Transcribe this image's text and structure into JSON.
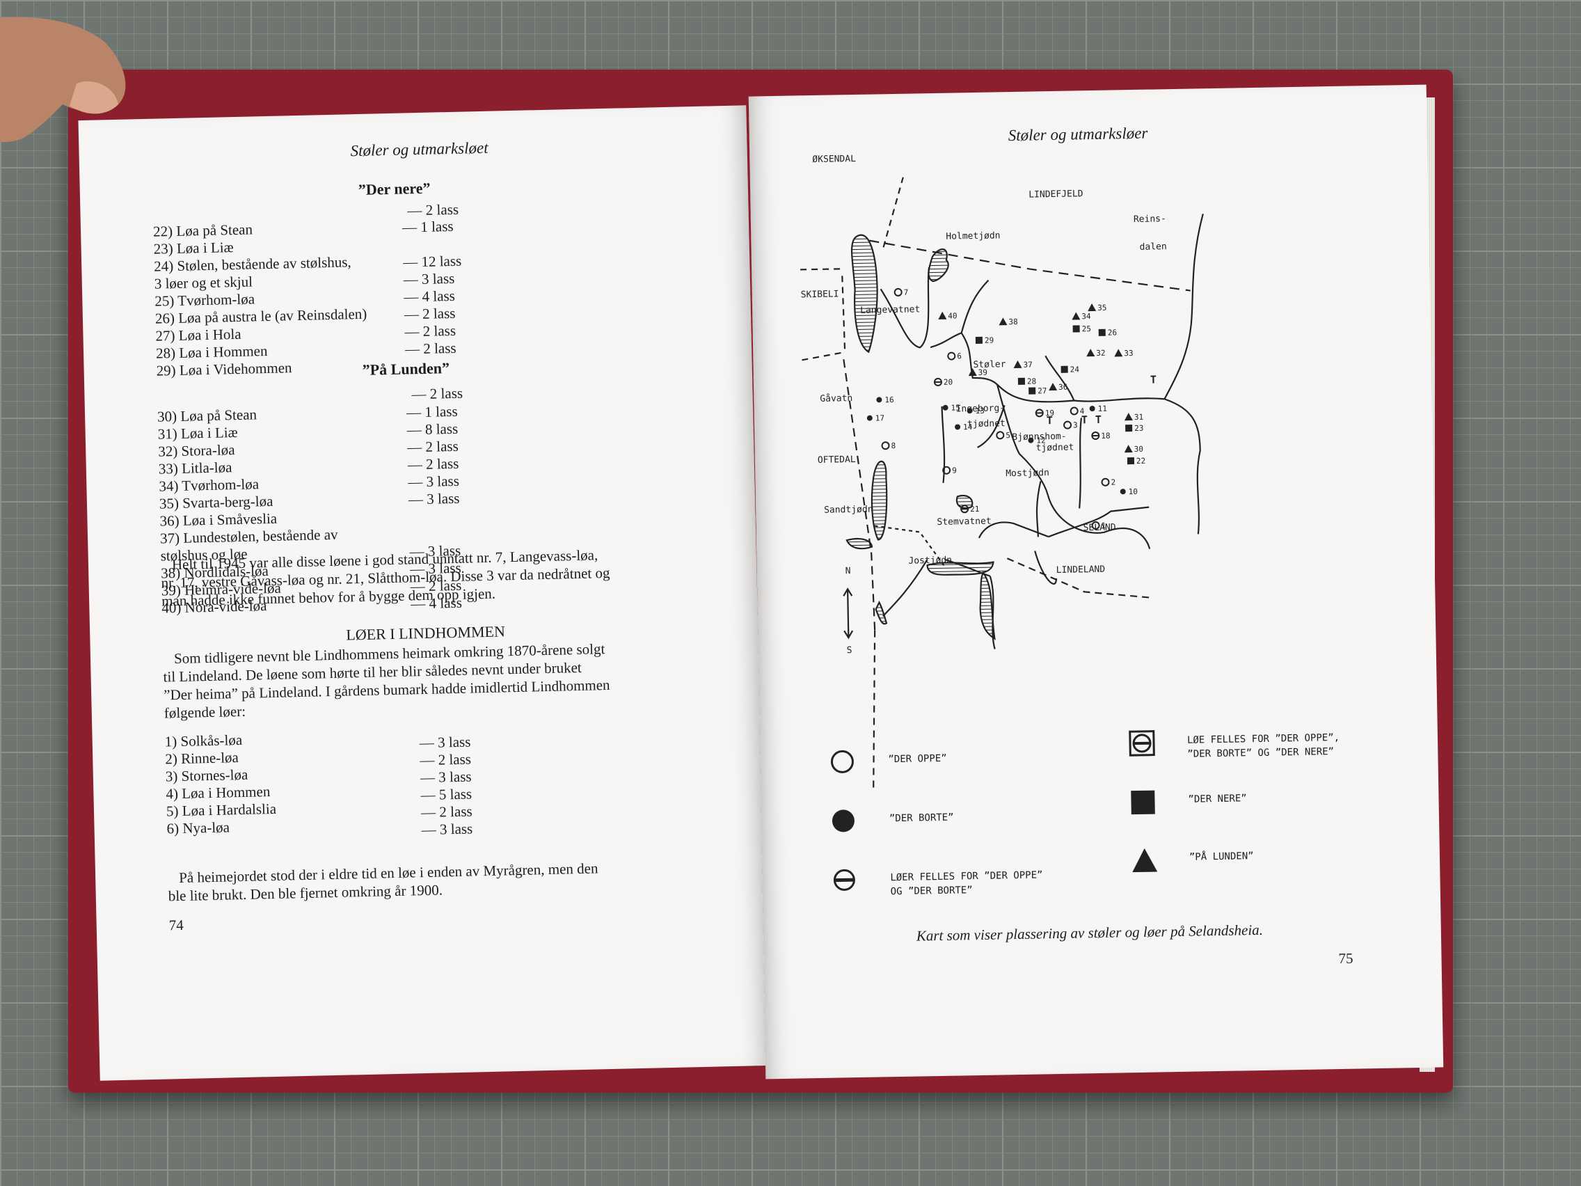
{
  "left_page": {
    "running_head": "Støler og utmarksløet",
    "section1": {
      "title": "”Der nere”",
      "head_amount": "— 2 lass",
      "rows": [
        {
          "label": "22)  Løa på Stean",
          "amount": "— 1 lass"
        },
        {
          "label": "23)  Løa i Liæ",
          "amount": ""
        },
        {
          "label": "24)  Stølen, bestående av stølshus,",
          "amount": "— 12 lass"
        },
        {
          "label": "       3 løer og et skjul",
          "amount": "— 3 lass"
        },
        {
          "label": "25)  Tvørhom-løa",
          "amount": "— 4 lass"
        },
        {
          "label": "26)  Løa på austra le (av Reinsdalen)",
          "amount": "— 2 lass"
        },
        {
          "label": "27)  Løa i Hola",
          "amount": "— 2 lass"
        },
        {
          "label": "28)  Løa i Hommen",
          "amount": "— 2 lass"
        },
        {
          "label": "29)  Løa i Videhommen",
          "amount": ""
        }
      ]
    },
    "section2": {
      "title": "”På Lunden”",
      "head_amount": "— 2 lass",
      "rows": [
        {
          "label": "30)  Løa på Stean",
          "amount": "— 1 lass"
        },
        {
          "label": "31)  Løa i Liæ",
          "amount": "— 8 lass"
        },
        {
          "label": "32)  Stora-løa",
          "amount": "— 2 lass"
        },
        {
          "label": "33)  Litla-løa",
          "amount": "— 2 lass"
        },
        {
          "label": "34)  Tvørhom-løa",
          "amount": "— 3 lass"
        },
        {
          "label": "35)  Svarta-berg-løa",
          "amount": "— 3 lass"
        },
        {
          "label": "36)  Løa i Småveslia",
          "amount": ""
        },
        {
          "label": "37)  Lundestølen, bestående av",
          "amount": ""
        },
        {
          "label": "       stølshus og løe",
          "amount": "— 3 lass"
        },
        {
          "label": "38)  Nordlidals-løa",
          "amount": "— 3 lass"
        },
        {
          "label": "39)  Heimra-vide-løa",
          "amount": "— 2 lass"
        },
        {
          "label": "40)  Nora-vide-løa",
          "amount": "— 4 lass"
        }
      ]
    },
    "paragraph1": [
      "Helt til 1945 var alle disse løene i god stand unntatt nr. 7, Langevass-løa,",
      "nr. 17, vestre Gåvass-løa og nr. 21, Slåtthom-løa. Disse 3 var da nedråtnet og",
      "man hadde ikke funnet behov for å bygge dem opp igjen."
    ],
    "section3": {
      "title": "LØER I LINDHOMMEN",
      "intro": [
        "Som tidligere nevnt ble Lindhommens heimark omkring 1870-årene solgt",
        "til Lindeland. De løene som hørte til her blir således nevnt under bruket",
        "”Der heima” på Lindeland. I gårdens bumark hadde imidlertid Lindhommen",
        "følgende løer:"
      ],
      "rows": [
        {
          "label": "1) Solkås-løa",
          "amount": "— 3 lass"
        },
        {
          "label": "2) Rinne-løa",
          "amount": "— 2 lass"
        },
        {
          "label": "3) Stornes-løa",
          "amount": "— 3 lass"
        },
        {
          "label": "4) Løa i Hommen",
          "amount": "— 5 lass"
        },
        {
          "label": "5) Løa i Hardalslia",
          "amount": "— 2 lass"
        },
        {
          "label": "6) Nya-løa",
          "amount": "— 3 lass"
        }
      ],
      "closing": [
        "På heimejordet stod der i eldre tid en løe i enden av Myrågren, men den",
        "ble lite brukt. Den ble fjernet omkring år 1900."
      ]
    },
    "page_number": "74"
  },
  "right_page": {
    "running_head": "Støler og utmarksløer",
    "map": {
      "places": [
        "ØKSENDAL",
        "LINDEFJELD",
        "Reins-",
        "dalen",
        "Holmetjødn",
        "SKIBELI",
        "Langevatnet",
        "Gåvatn",
        "Støler",
        "Ingeborg-",
        "tjødnet",
        "Bjønnshom-",
        "tjødnet",
        "OFTEDAL",
        "Mostjødn",
        "Sandtjødn",
        "Stemvatnet",
        "Jostjødn",
        "SELAND",
        "LINDELAND"
      ],
      "compass_n": "N",
      "compass_s": "S",
      "tree_marker": "T",
      "markers": [
        {
          "n": "7",
          "type": "open"
        },
        {
          "n": "40",
          "type": "triangle"
        },
        {
          "n": "38",
          "type": "triangle"
        },
        {
          "n": "35",
          "type": "triangle"
        },
        {
          "n": "34",
          "type": "triangle"
        },
        {
          "n": "25",
          "type": "square"
        },
        {
          "n": "26",
          "type": "square"
        },
        {
          "n": "29",
          "type": "square"
        },
        {
          "n": "6",
          "type": "open"
        },
        {
          "n": "37",
          "type": "triangle"
        },
        {
          "n": "32",
          "type": "triangle"
        },
        {
          "n": "33",
          "type": "triangle"
        },
        {
          "n": "39",
          "type": "triangle"
        },
        {
          "n": "20",
          "type": "shared"
        },
        {
          "n": "24",
          "type": "square"
        },
        {
          "n": "28",
          "type": "square"
        },
        {
          "n": "27",
          "type": "square"
        },
        {
          "n": "36",
          "type": "triangle"
        },
        {
          "n": "16",
          "type": "filled"
        },
        {
          "n": "15",
          "type": "filled"
        },
        {
          "n": "13",
          "type": "filled"
        },
        {
          "n": "19",
          "type": "shared"
        },
        {
          "n": "4",
          "type": "open"
        },
        {
          "n": "11",
          "type": "filled"
        },
        {
          "n": "17",
          "type": "filled"
        },
        {
          "n": "14",
          "type": "filled"
        },
        {
          "n": "3",
          "type": "open"
        },
        {
          "n": "31",
          "type": "triangle"
        },
        {
          "n": "23",
          "type": "square"
        },
        {
          "n": "5",
          "type": "open"
        },
        {
          "n": "12",
          "type": "filled"
        },
        {
          "n": "18",
          "type": "shared"
        },
        {
          "n": "8",
          "type": "open"
        },
        {
          "n": "30",
          "type": "triangle"
        },
        {
          "n": "22",
          "type": "square"
        },
        {
          "n": "9",
          "type": "open"
        },
        {
          "n": "2",
          "type": "open"
        },
        {
          "n": "10",
          "type": "filled"
        },
        {
          "n": "21",
          "type": "felles"
        },
        {
          "n": "1",
          "type": "open"
        }
      ]
    },
    "legend": [
      {
        "symbol": "open-circle",
        "label": "”DER OPPE”"
      },
      {
        "symbol": "boxed-barred-circle",
        "label": "LØE FELLES FOR ”DER OPPE”, ”DER BORTE” OG ”DER NERE”"
      },
      {
        "symbol": "filled-circle",
        "label": "”DER BORTE”"
      },
      {
        "symbol": "filled-square",
        "label": "”DER NERE”"
      },
      {
        "symbol": "barred-circle",
        "label": "LØER FELLES FOR ”DER OPPE” OG ”DER BORTE”"
      },
      {
        "symbol": "filled-triangle",
        "label": "”PÅ LUNDEN”"
      }
    ],
    "caption": "Kart som viser plassering av støler og løer på Selandsheia.",
    "page_number": "75"
  }
}
